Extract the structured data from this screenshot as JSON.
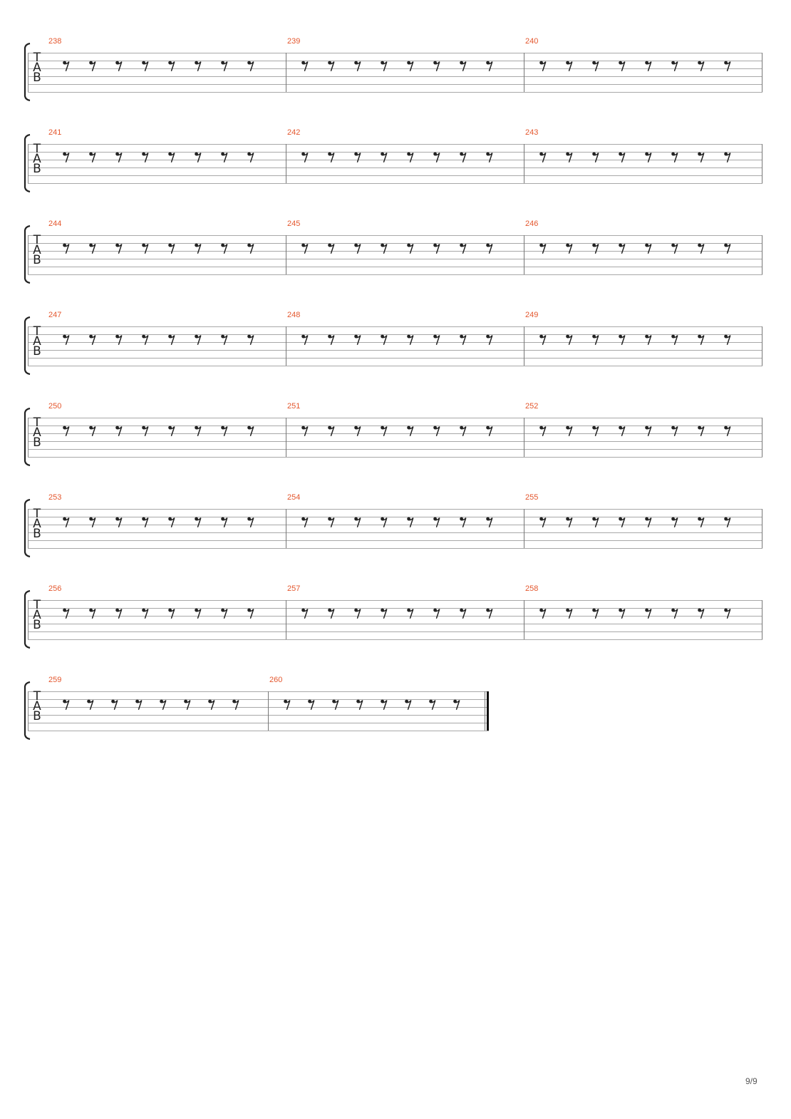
{
  "document": {
    "tab_clef": [
      "T",
      "A",
      "B"
    ],
    "rest_glyph": "eighth-rest-icon",
    "rests_per_measure": 8,
    "measure_number_color": "#e4572e",
    "systems": [
      {
        "measures": [
          "238",
          "239",
          "240"
        ]
      },
      {
        "measures": [
          "241",
          "242",
          "243"
        ]
      },
      {
        "measures": [
          "244",
          "245",
          "246"
        ]
      },
      {
        "measures": [
          "247",
          "248",
          "249"
        ]
      },
      {
        "measures": [
          "250",
          "251",
          "252"
        ]
      },
      {
        "measures": [
          "253",
          "254",
          "255"
        ]
      },
      {
        "measures": [
          "256",
          "257",
          "258"
        ]
      },
      {
        "measures": [
          "259",
          "260"
        ],
        "final": true
      }
    ],
    "page_number": "9/9"
  }
}
